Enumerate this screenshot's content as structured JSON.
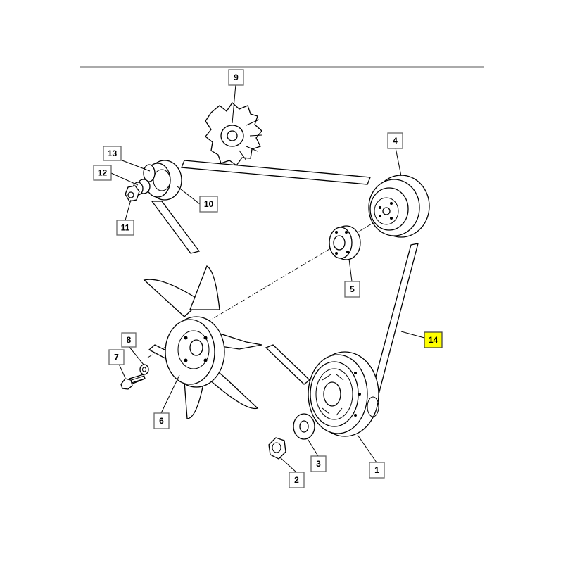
{
  "colors": {
    "highlight": "#ffff00",
    "ink": "#000000",
    "box_border": "#666666",
    "rule": "#555555"
  },
  "callouts": {
    "c1": "1",
    "c2": "2",
    "c3": "3",
    "c4": "4",
    "c5": "5",
    "c6": "6",
    "c7": "7",
    "c8": "8",
    "c9": "9",
    "c10": "10",
    "c11": "11",
    "c12": "12",
    "c13": "13",
    "c14": "14"
  },
  "highlighted_callout": "14"
}
